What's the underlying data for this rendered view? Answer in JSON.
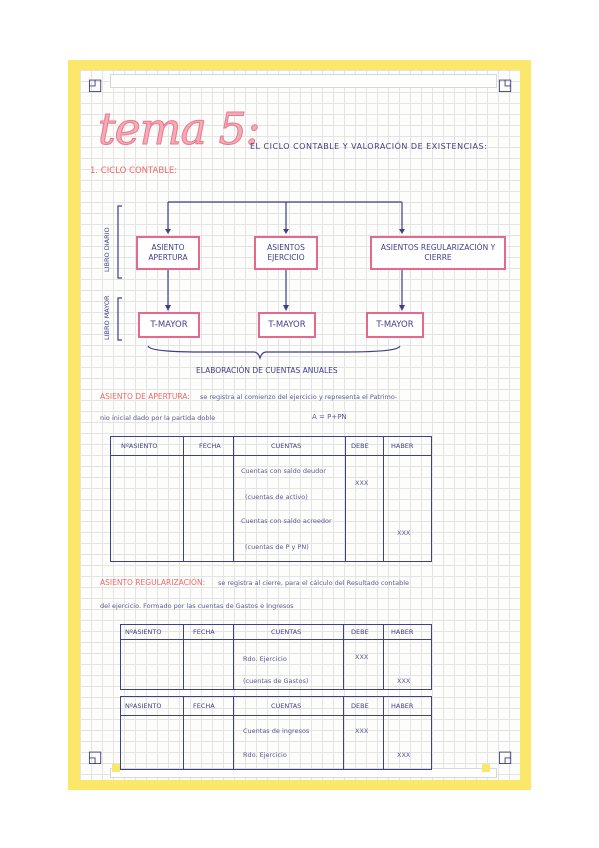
{
  "title": {
    "big": "tema 5:",
    "subtitle": "EL CICLO CONTABLE Y VALORACIÓN DE EXISTENCIAS:"
  },
  "section1": "1. CICLO CONTABLE:",
  "side_labels": {
    "diario": "LIBRO DIARIO",
    "mayor": "LIBRO MAYOR"
  },
  "diagram": {
    "boxes": [
      "ASIENTO APERTURA",
      "ASIENTOS EJERCICIO",
      "ASIENTOS REGULARIZACIÓN Y CIERRE"
    ],
    "tboxes": [
      "T-MAYOR",
      "T-MAYOR",
      "T-MAYOR"
    ],
    "caption": "ELABORACIÓN DE CUENTAS ANUALES"
  },
  "apertura": {
    "heading": "ASIENTO DE APERTURA:",
    "text1": "se registra al comienzo del ejercicio y representa el Patrimo-",
    "text2": "nio inicial dado por la partida doble",
    "formula": "A = P+PN",
    "table": {
      "headers": [
        "NºASIENTO",
        "FECHA",
        "CUENTAS",
        "DEBE",
        "HABER"
      ],
      "cuentas": [
        "Cuentas con saldo deudor",
        "(cuentas de activo)",
        "Cuentas con saldo acreedor",
        "(cuentas de P y PN)"
      ],
      "debe": "XXX",
      "haber": "XXX"
    }
  },
  "regularizacion": {
    "heading": "ASIENTO REGULARIZACIÓN:",
    "text1": "se registra al cierre, para el cálculo del Resultado contable",
    "text2": "del ejercicio. Formado por las cuentas de Gastos e Ingresos",
    "table1": {
      "headers": [
        "NºASIENTO",
        "FECHA",
        "CUENTAS",
        "DEBE",
        "HABER"
      ],
      "cuentas": [
        "Rdo. Ejercicio",
        "(cuentas de Gastos)"
      ],
      "debe": "XXX",
      "haber": "XXX"
    },
    "table2": {
      "headers": [
        "NºASIENTO",
        "FECHA",
        "CUENTAS",
        "DEBE",
        "HABER"
      ],
      "cuentas": [
        "Cuentas de ingresos",
        "Rdo. Ejercicio"
      ],
      "debe": "XXX",
      "haber": "XXX"
    }
  },
  "colors": {
    "frame": "#fbe86a",
    "ink": "#3f3f8a",
    "pink": "#e6688a",
    "red": "#ee6a6a"
  },
  "icons": [
    "corner-bracket-icon"
  ]
}
